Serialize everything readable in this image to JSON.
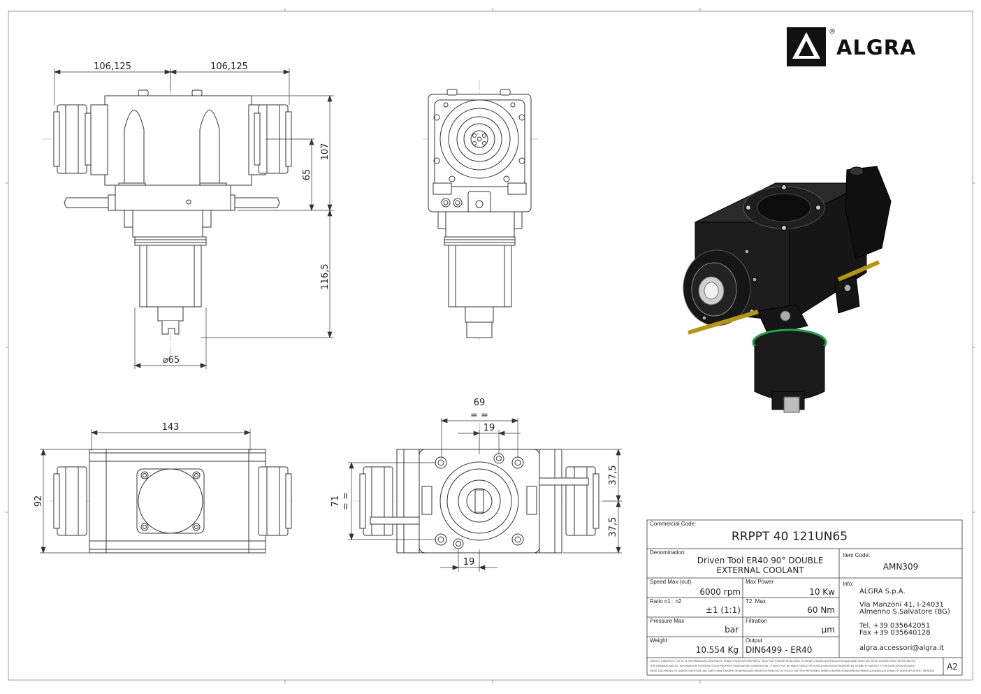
{
  "logo": {
    "brand": "ALGRA",
    "registered": "®"
  },
  "dimensions": {
    "front_left_width": "106,125",
    "front_right_width": "106,125",
    "front_height_107": "107",
    "front_height_65": "65",
    "front_height_116": "116,5",
    "front_diameter": "⌀65",
    "top_width": "143",
    "top_height": "92",
    "bottom_width_69": "69",
    "bottom_eq_top": "= =",
    "bottom_width_19_top": "19",
    "bottom_width_19_bottom": "19",
    "bottom_height_71": "71",
    "bottom_eq_side": "= =",
    "bottom_height_37_top": "37,5",
    "bottom_height_37_bottom": "37,5"
  },
  "title_block": {
    "commercial_code_label": "Commercial Code:",
    "commercial_code": "RRPPT 40 121UN65",
    "denomination_label": "Denomination:",
    "denomination_line1": "Driven Tool ER40 90° DOUBLE",
    "denomination_line2": "EXTERNAL COOLANT",
    "item_code_label": "Item Code:",
    "item_code": "AMN309",
    "speed_label": "Speed Max (out)",
    "speed_value": "6000 rpm",
    "power_label": "Max Power",
    "power_value": "10 Kw",
    "ratio_label": "Ratio n1 : n2",
    "ratio_value": "±1 (1:1)",
    "torque_label": "T2. Max",
    "torque_value": "60 Nm",
    "pressure_label": "Pressure Max",
    "pressure_value": "bar",
    "filtration_label": "Filtration",
    "filtration_value": "µm",
    "weight_label": "Weight",
    "weight_value": "10.554 Kg",
    "output_label": "Output",
    "output_value": "DIN6499 - ER40",
    "info_label": "Info:",
    "company": "ALGRA S.p.A.",
    "address1": "Via Manzoni 41, I-24031",
    "address2": "Almenno S.Salvatore (BG)",
    "tel": "Tel. +39 035642051",
    "fax": "Fax +39 035640128",
    "email": "algra.accessori@algra.it",
    "sheet_size": "A2",
    "disclaimer1": "QUESTO DISEGNO E TUTTE LE INFORMAZIONI CONTENUTE SONO DI NOSTRA PROPRIETA'. NON PUO' ESSERE DIVULGATO O COPIATO SENZA NOSTRA AUTORIZZAZIONE SCRITTA E DEVE ESSERE RESO SE RICHIESTO",
    "disclaimer2": "THIS DRAWING AND ALL INFORMATION THEREON IS OUR PROPERTY AND MAY BE CONFIDENTIAL. IT MUST NOT BE MADE PUBLIC OR COPIED UNLESS AUTHORIZED BY US AND IS SUBJECT TO RETURN UPON REQUEST",
    "disclaimer3": "DIESE ZEICHNUNG IST UNSER EIGENTUM UND DARF OHNE UNSERE GENEHMIGUNG WEDER VERVIELFALTIGT NOCH DRITTEN PERSONEN, INSBESONDERE KONKURRENZFIRMEN ZUGÄNGLICH GEMACHT ODER MITGETEILT WERDEN"
  }
}
